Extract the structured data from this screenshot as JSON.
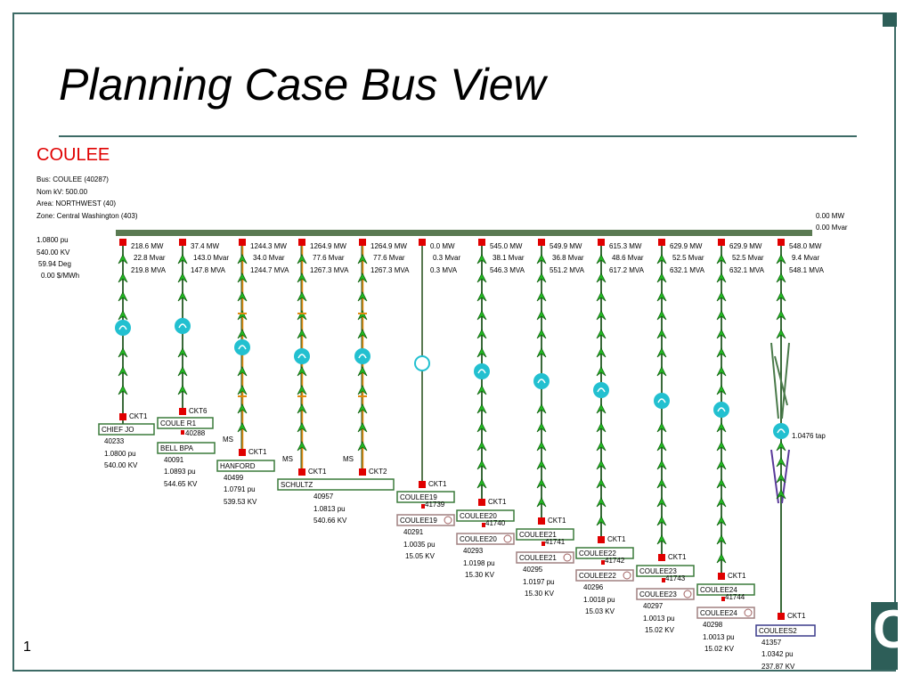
{
  "title": "Planning Case Bus View",
  "slide_number": "1",
  "bus": {
    "name": "COULEE",
    "line1": "Bus: COULEE (40287)",
    "line2": "Nom kV: 500.00",
    "line3": "Area: NORTHWEST (40)",
    "line4": "Zone: Central Washington (403)",
    "pu": "1.0800 pu",
    "kv": "540.00 KV",
    "deg": "59.94 Deg",
    "price": "0.00 $/MWh",
    "right_mw": "0.00 MW",
    "right_mvar": "0.00 Mvar"
  },
  "branches": [
    {
      "mw": "218.6 MW",
      "mvar": "22.8 Mvar",
      "mva": "219.8 MVA",
      "ckt": "CKT1",
      "name": "CHIEF JO",
      "num": "40233",
      "pu": "1.0800 pu",
      "kv": "540.00 KV",
      "ms": "",
      "tag": ""
    },
    {
      "mw": "37.4 MW",
      "mvar": "143.0 Mvar",
      "mva": "147.8 MVA",
      "ckt": "CKT6",
      "name": "COULE R1",
      "num": "40288",
      "sub": "BELL BPA",
      "subnum": "40091",
      "pu": "1.0893 pu",
      "kv": "544.65 KV",
      "ms": "",
      "tag": ""
    },
    {
      "mw": "1244.3 MW",
      "mvar": "34.0 Mvar",
      "mva": "1244.7 MVA",
      "ckt": "CKT1",
      "name": "HANFORD",
      "num": "40499",
      "pu": "1.0791 pu",
      "kv": "539.53 KV",
      "ms": "MS",
      "tag": ""
    },
    {
      "mw": "1264.9 MW",
      "mvar": "77.6 Mvar",
      "mva": "1267.3 MVA",
      "ckt": "CKT1",
      "name": "SCHULTZ",
      "num": "40957",
      "pu": "1.0813 pu",
      "kv": "540.66 KV",
      "ms": "MS",
      "tag": ""
    },
    {
      "mw": "1264.9 MW",
      "mvar": "77.6 Mvar",
      "mva": "1267.3 MVA",
      "ckt": "CKT2",
      "ms": "MS"
    },
    {
      "mw": "0.0 MW",
      "mvar": "0.3 Mvar",
      "mva": "0.3 MVA",
      "ckt": "CKT1",
      "name": "COULEE19",
      "tag": "41739",
      "gen": "COULEE19",
      "num": "40291",
      "pu": "1.0035 pu",
      "kv": "15.05 KV"
    },
    {
      "mw": "545.0 MW",
      "mvar": "38.1 Mvar",
      "mva": "546.3 MVA",
      "ckt": "CKT1",
      "name": "COULEE20",
      "tag": "41740",
      "gen": "COULEE20",
      "num": "40293",
      "pu": "1.0198 pu",
      "kv": "15.30 KV"
    },
    {
      "mw": "549.9 MW",
      "mvar": "36.8 Mvar",
      "mva": "551.2 MVA",
      "ckt": "CKT1",
      "name": "COULEE21",
      "tag": "41741",
      "gen": "COULEE21",
      "num": "40295",
      "pu": "1.0197 pu",
      "kv": "15.30 KV"
    },
    {
      "mw": "615.3 MW",
      "mvar": "48.6 Mvar",
      "mva": "617.2 MVA",
      "ckt": "CKT1",
      "name": "COULEE22",
      "tag": "41742",
      "gen": "COULEE22",
      "num": "40296",
      "pu": "1.0018 pu",
      "kv": "15.03 KV"
    },
    {
      "mw": "629.9 MW",
      "mvar": "52.5 Mvar",
      "mva": "632.1 MVA",
      "ckt": "CKT1",
      "name": "COULEE23",
      "tag": "41743",
      "gen": "COULEE23",
      "num": "40297",
      "pu": "1.0013 pu",
      "kv": "15.02 KV"
    },
    {
      "mw": "629.9 MW",
      "mvar": "52.5 Mvar",
      "mva": "632.1 MVA",
      "ckt": "CKT1",
      "name": "COULEE24",
      "tag": "41744",
      "gen": "COULEE24",
      "num": "40298",
      "pu": "1.0013 pu",
      "kv": "15.02 KV"
    },
    {
      "mw": "548.0 MW",
      "mvar": "9.4 Mvar",
      "mva": "548.1 MVA",
      "ckt": "CKT1",
      "name": "COULEES2",
      "num": "41357",
      "pu": "1.0342 pu",
      "kv": "237.87 KV",
      "tap": "1.0476 tap"
    }
  ],
  "colors": {
    "bus": "#5a7a52",
    "breaker": "#e00000",
    "line": "#3a6a3a",
    "arrow": "#22bb22",
    "orange": "#e08a10",
    "circle": "#22c0d0",
    "frame": "#3d6b66"
  }
}
